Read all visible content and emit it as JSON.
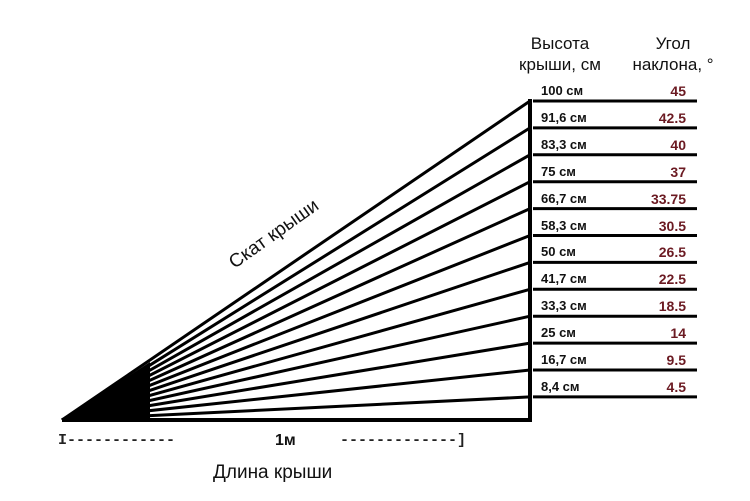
{
  "headers": {
    "height_col": [
      "Высота",
      "крыши, см"
    ],
    "angle_col": [
      "Угол",
      "наклона, °"
    ]
  },
  "rows": [
    {
      "height": "100 см",
      "angle": "45"
    },
    {
      "height": "91,6 см",
      "angle": "42.5"
    },
    {
      "height": "83,3 см",
      "angle": "40"
    },
    {
      "height": "75 см",
      "angle": "37"
    },
    {
      "height": "66,7 см",
      "angle": "33.75"
    },
    {
      "height": "58,3 см",
      "angle": "30.5"
    },
    {
      "height": "50 см",
      "angle": "26.5"
    },
    {
      "height": "41,7 см",
      "angle": "22.5"
    },
    {
      "height": "33,3 см",
      "angle": "18.5"
    },
    {
      "height": "25 см",
      "angle": "14"
    },
    {
      "height": "16,7 см",
      "angle": "9.5"
    },
    {
      "height": "8,4 см",
      "angle": "4.5"
    }
  ],
  "slope_label": "Скат крыши",
  "scale": {
    "left": "I------------",
    "mid": "1м",
    "right": "-------------]"
  },
  "length_label": "Длина крыши",
  "colors": {
    "lines": "#000000",
    "angle_text": "#6b1a22"
  }
}
